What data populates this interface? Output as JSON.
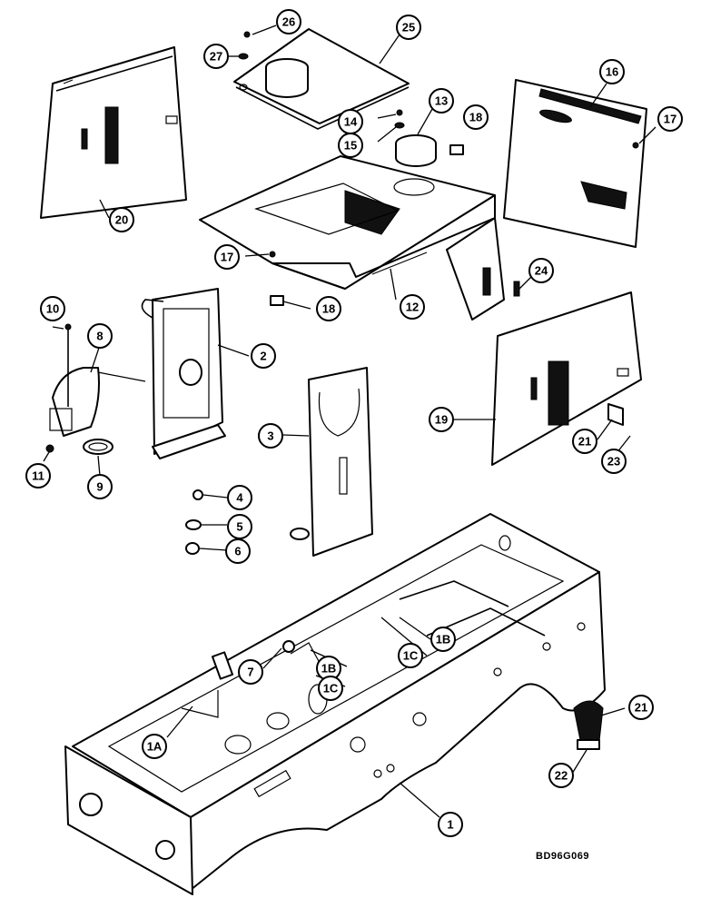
{
  "diagram": {
    "drawing_code": "BD96G069",
    "callouts": [
      {
        "id": "c1",
        "label": "1"
      },
      {
        "id": "c1a",
        "label": "1A"
      },
      {
        "id": "c1b-left",
        "label": "1B"
      },
      {
        "id": "c1c-left",
        "label": "1C"
      },
      {
        "id": "c1b-right",
        "label": "1B"
      },
      {
        "id": "c1c-right",
        "label": "1C"
      },
      {
        "id": "c2",
        "label": "2"
      },
      {
        "id": "c3",
        "label": "3"
      },
      {
        "id": "c4",
        "label": "4"
      },
      {
        "id": "c5",
        "label": "5"
      },
      {
        "id": "c6",
        "label": "6"
      },
      {
        "id": "c7",
        "label": "7"
      },
      {
        "id": "c8",
        "label": "8"
      },
      {
        "id": "c9",
        "label": "9"
      },
      {
        "id": "c10",
        "label": "10"
      },
      {
        "id": "c11",
        "label": "11"
      },
      {
        "id": "c12",
        "label": "12"
      },
      {
        "id": "c13",
        "label": "13"
      },
      {
        "id": "c14",
        "label": "14"
      },
      {
        "id": "c15",
        "label": "15"
      },
      {
        "id": "c16",
        "label": "16"
      },
      {
        "id": "c17-right",
        "label": "17"
      },
      {
        "id": "c17-left",
        "label": "17"
      },
      {
        "id": "c18-top",
        "label": "18"
      },
      {
        "id": "c18-bottom",
        "label": "18"
      },
      {
        "id": "c19",
        "label": "19"
      },
      {
        "id": "c20",
        "label": "20"
      },
      {
        "id": "c21-upper",
        "label": "21"
      },
      {
        "id": "c21-lower",
        "label": "21"
      },
      {
        "id": "c22",
        "label": "22"
      },
      {
        "id": "c23",
        "label": "23"
      },
      {
        "id": "c24",
        "label": "24"
      },
      {
        "id": "c25",
        "label": "25"
      },
      {
        "id": "c26",
        "label": "26"
      },
      {
        "id": "c27",
        "label": "27"
      }
    ]
  }
}
